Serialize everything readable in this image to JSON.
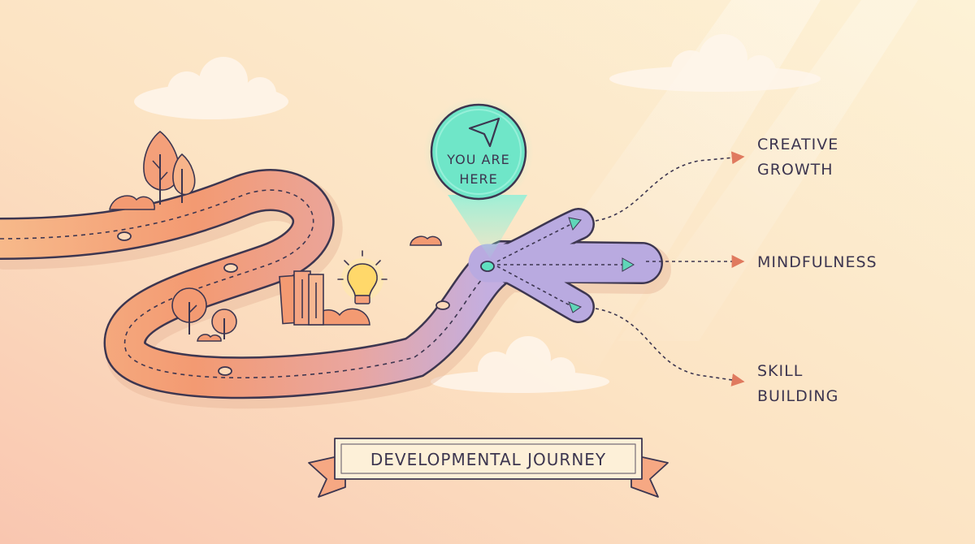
{
  "marker": {
    "lines": [
      "YOU ARE",
      "HERE"
    ],
    "icon": "navigation-arrow-icon"
  },
  "destinations": [
    {
      "id": "creative-growth",
      "lines": [
        "CREATIVE",
        "GROWTH"
      ]
    },
    {
      "id": "mindfulness",
      "lines": [
        "MINDFULNESS"
      ]
    },
    {
      "id": "skill-building",
      "lines": [
        "SKILL",
        "BUILDING"
      ]
    }
  ],
  "banner": {
    "text": "DEVELOPMENTAL JOURNEY"
  },
  "colors": {
    "background_light": "#fdf1d6",
    "background_warm": "#f9c9a8",
    "path_warm": "#f39a6f",
    "path_cool": "#b7a8dc",
    "marker_accent": "#5fe0c0",
    "ink": "#3d3650",
    "arrow_accent": "#e07a5f"
  }
}
